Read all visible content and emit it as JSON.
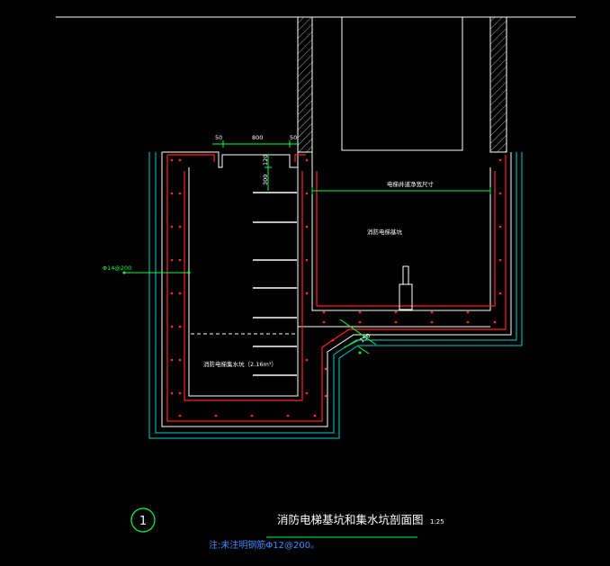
{
  "dimensions": {
    "d50_left": "50",
    "d800": "800",
    "d50_right": "50",
    "d120": "120",
    "d300": "300",
    "d150": "150"
  },
  "labels": {
    "rebar_callout": "Φ14@200",
    "pit_width_note": "电梯井道净宽尺寸",
    "elevator_pit": "消防电梯基坑",
    "sump_pit": "消防电梯集水坑（2.16m³）"
  },
  "title_block": {
    "number": "1",
    "title": "消防电梯基坑和集水坑剖面图",
    "scale": "1:25",
    "note": "注:未注明钢筋Φ12@200。"
  },
  "colors": {
    "wall_line": "#ffffff",
    "rebar": "#ff2020",
    "waterproof": "#00d0d0",
    "hatch": "#b0b0b0",
    "dimension": "#00ff40",
    "label_text": "#ffffff",
    "note_text": "#3a8cff"
  }
}
